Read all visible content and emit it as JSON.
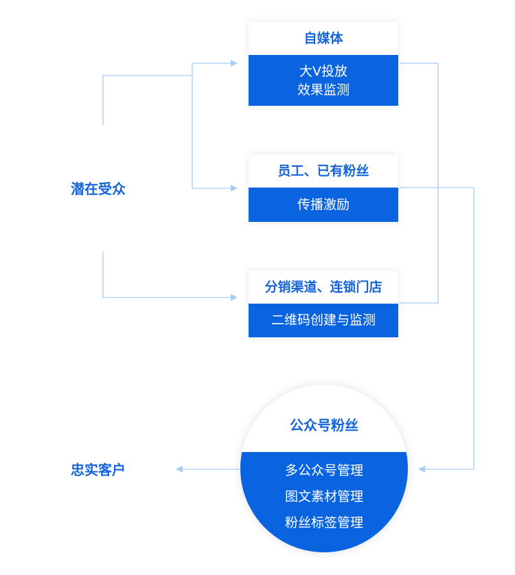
{
  "audience_label": "潜在受众",
  "loyal_label": "忠实客户",
  "nodes": {
    "media": {
      "title": "自媒体",
      "lines": [
        "大V投放",
        "效果监测"
      ]
    },
    "staff": {
      "title": "员工、已有粉丝",
      "lines": [
        "传播激励"
      ]
    },
    "channel": {
      "title": "分销渠道、连锁门店",
      "lines": [
        "二维码创建与监测"
      ]
    }
  },
  "hub": {
    "title": "公众号粉丝",
    "lines": [
      "多公众号管理",
      "图文素材管理",
      "粉丝标签管理"
    ]
  },
  "colors": {
    "primary": "#0a64e0",
    "text_blue": "#1565d8",
    "connector": "#a8cdf5"
  }
}
